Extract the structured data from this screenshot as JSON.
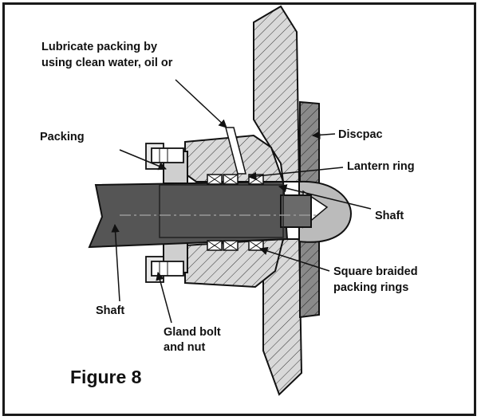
{
  "labels": {
    "lubricate_line1": "Lubricate packing by",
    "lubricate_line2": "using clean water, oil or",
    "packing": "Packing",
    "discpac": "Discpac",
    "lantern_ring": "Lantern ring",
    "shaft_right": "Shaft",
    "square_line1": "Square braided",
    "square_line2": "packing rings",
    "shaft_left": "Shaft",
    "gland_line1": "Gland bolt",
    "gland_line2": "and nut"
  },
  "figure_title": "Figure 8",
  "colors": {
    "border": "#1a1a1a",
    "housing_fill": "#d9d9d9",
    "shaft_fill": "#555555",
    "disc_fill": "#8a8a8a",
    "line": "#111111"
  }
}
